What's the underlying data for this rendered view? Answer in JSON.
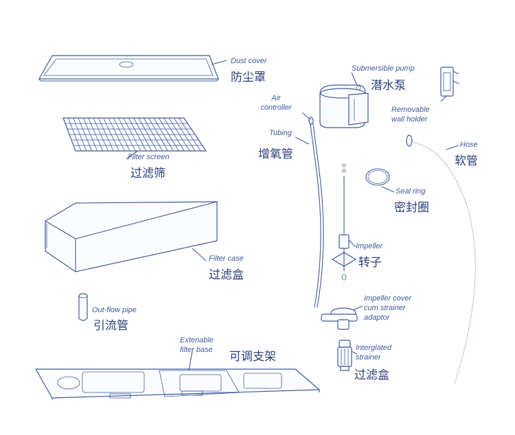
{
  "labels": {
    "dust_cover": {
      "en": "Dust cover",
      "zh": "防尘罩"
    },
    "filter_screen": {
      "en": "Filter screen",
      "zh": "过滤筛"
    },
    "filter_case": {
      "en": "Filter case",
      "zh": "过滤盒"
    },
    "outflow_pipe": {
      "en": "Out-flow pipe",
      "zh": "引流管"
    },
    "filter_base": {
      "en1": "Extenable",
      "en2": "filter base",
      "zh": "可调支架"
    },
    "air_controller": {
      "en1": "Air",
      "en2": "controller"
    },
    "tubing": {
      "en": "Tubing",
      "zh": "增氧管"
    },
    "pump": {
      "en": "Submersible pump",
      "zh": "潜水泵"
    },
    "wall_holder": {
      "en1": "Removable",
      "en2": "wall holder"
    },
    "hose": {
      "en": "Hose",
      "zh": "软管"
    },
    "seal_ring": {
      "en": "Seal ring",
      "zh": "密封圈"
    },
    "impeller": {
      "en": "Impeller",
      "zh": "转子"
    },
    "impeller_cover": {
      "en1": "Impeller cover",
      "en2": "cum strainer",
      "en3": "adaptor"
    },
    "strainer": {
      "en1": "Interglated",
      "en2": "strainer",
      "zh": "过滤盒"
    }
  },
  "colors": {
    "line": "#3d5a9c",
    "text_zh": "#2b3f78",
    "background": "#ffffff"
  }
}
